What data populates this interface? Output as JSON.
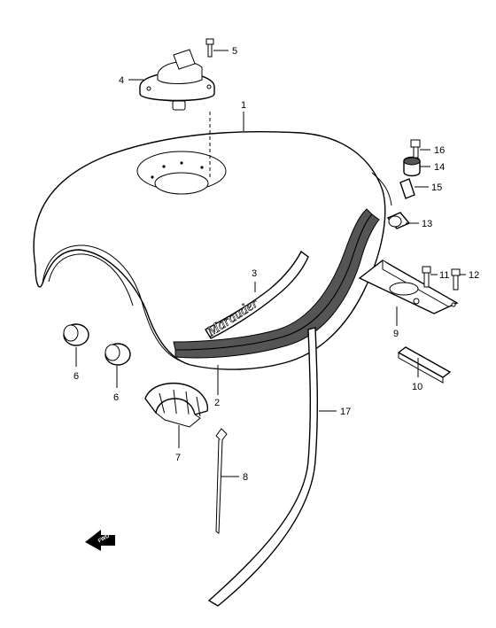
{
  "diagram": {
    "tank_emblem_text": "Marauder",
    "direction_badge": "FWD",
    "callouts": [
      {
        "id": "1",
        "label": "1"
      },
      {
        "id": "2",
        "label": "2"
      },
      {
        "id": "3",
        "label": "3"
      },
      {
        "id": "4",
        "label": "4"
      },
      {
        "id": "5",
        "label": "5"
      },
      {
        "id": "6a",
        "label": "6"
      },
      {
        "id": "6b",
        "label": "6"
      },
      {
        "id": "7",
        "label": "7"
      },
      {
        "id": "8",
        "label": "8"
      },
      {
        "id": "9",
        "label": "9"
      },
      {
        "id": "10",
        "label": "10"
      },
      {
        "id": "11",
        "label": "11"
      },
      {
        "id": "12",
        "label": "12"
      },
      {
        "id": "13",
        "label": "13"
      },
      {
        "id": "14",
        "label": "14"
      },
      {
        "id": "15",
        "label": "15"
      },
      {
        "id": "16",
        "label": "16"
      },
      {
        "id": "17",
        "label": "17"
      }
    ]
  }
}
